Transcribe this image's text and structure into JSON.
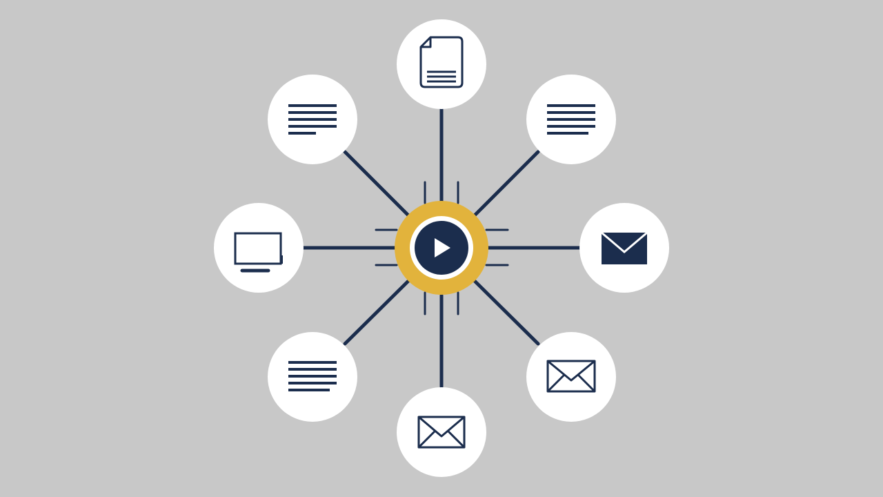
{
  "colors": {
    "background": "#c8c8c8",
    "ink": "#1b2d4d",
    "hub_ring": "#e2b33c",
    "node_fill": "#ffffff"
  },
  "hub": {
    "icon": "play-icon",
    "playable": true
  },
  "nodes": [
    {
      "id": "top",
      "icon": "document-icon"
    },
    {
      "id": "top-right",
      "icon": "text-lines-icon"
    },
    {
      "id": "right",
      "icon": "envelope-filled-icon"
    },
    {
      "id": "bottom-right",
      "icon": "envelope-outline-icon"
    },
    {
      "id": "bottom",
      "icon": "envelope-outline-icon"
    },
    {
      "id": "bottom-left",
      "icon": "text-lines-icon"
    },
    {
      "id": "left",
      "icon": "monitor-icon"
    },
    {
      "id": "top-left",
      "icon": "text-lines-icon"
    }
  ]
}
